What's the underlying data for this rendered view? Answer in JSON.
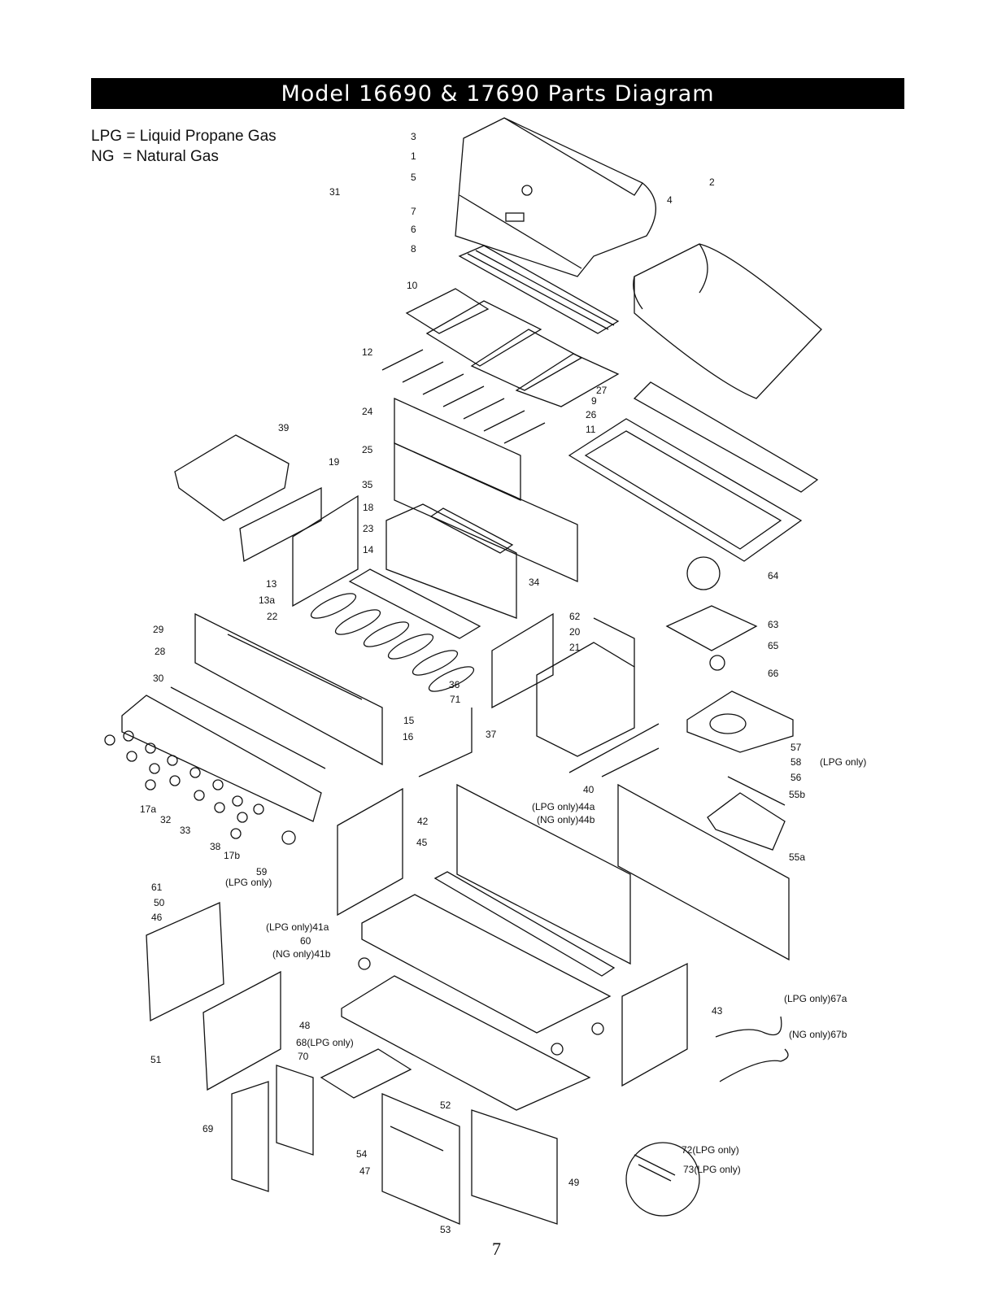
{
  "title": "Model 16690 & 17690 Parts Diagram",
  "legend": [
    {
      "abbr": "LPG",
      "eq": "=",
      "text": "Liquid Propane Gas"
    },
    {
      "abbr": "NG",
      "eq": "=",
      "text": "Natural Gas"
    }
  ],
  "page_number": "7",
  "part_labels": [
    "3",
    "1",
    "5",
    "31",
    "7",
    "6",
    "4",
    "2",
    "8",
    "10",
    "12",
    "27",
    "9",
    "26",
    "11",
    "24",
    "39",
    "19",
    "25",
    "35",
    "18",
    "23",
    "34",
    "14",
    "64",
    "13",
    "13a",
    "22",
    "63",
    "65",
    "62",
    "20",
    "21",
    "66",
    "29",
    "28",
    "30",
    "36",
    "71",
    "15",
    "16",
    "37",
    "57",
    "58",
    "56",
    "(LPG only)",
    "55b",
    "40",
    "(LPG only)44a",
    "(NG only)44b",
    "42",
    "45",
    "17a",
    "32",
    "33",
    "38",
    "17b",
    "55a",
    "59",
    "(LPG only)",
    "61",
    "50",
    "46",
    "(LPG only)41a",
    "60",
    "(NG only)41b",
    "43",
    "(LPG only)67a",
    "(NG only)67b",
    "48",
    "68(LPG only)",
    "70",
    "51",
    "52",
    "69",
    "54",
    "47",
    "49",
    "72(LPG only)",
    "73(LPG only)",
    "53"
  ]
}
